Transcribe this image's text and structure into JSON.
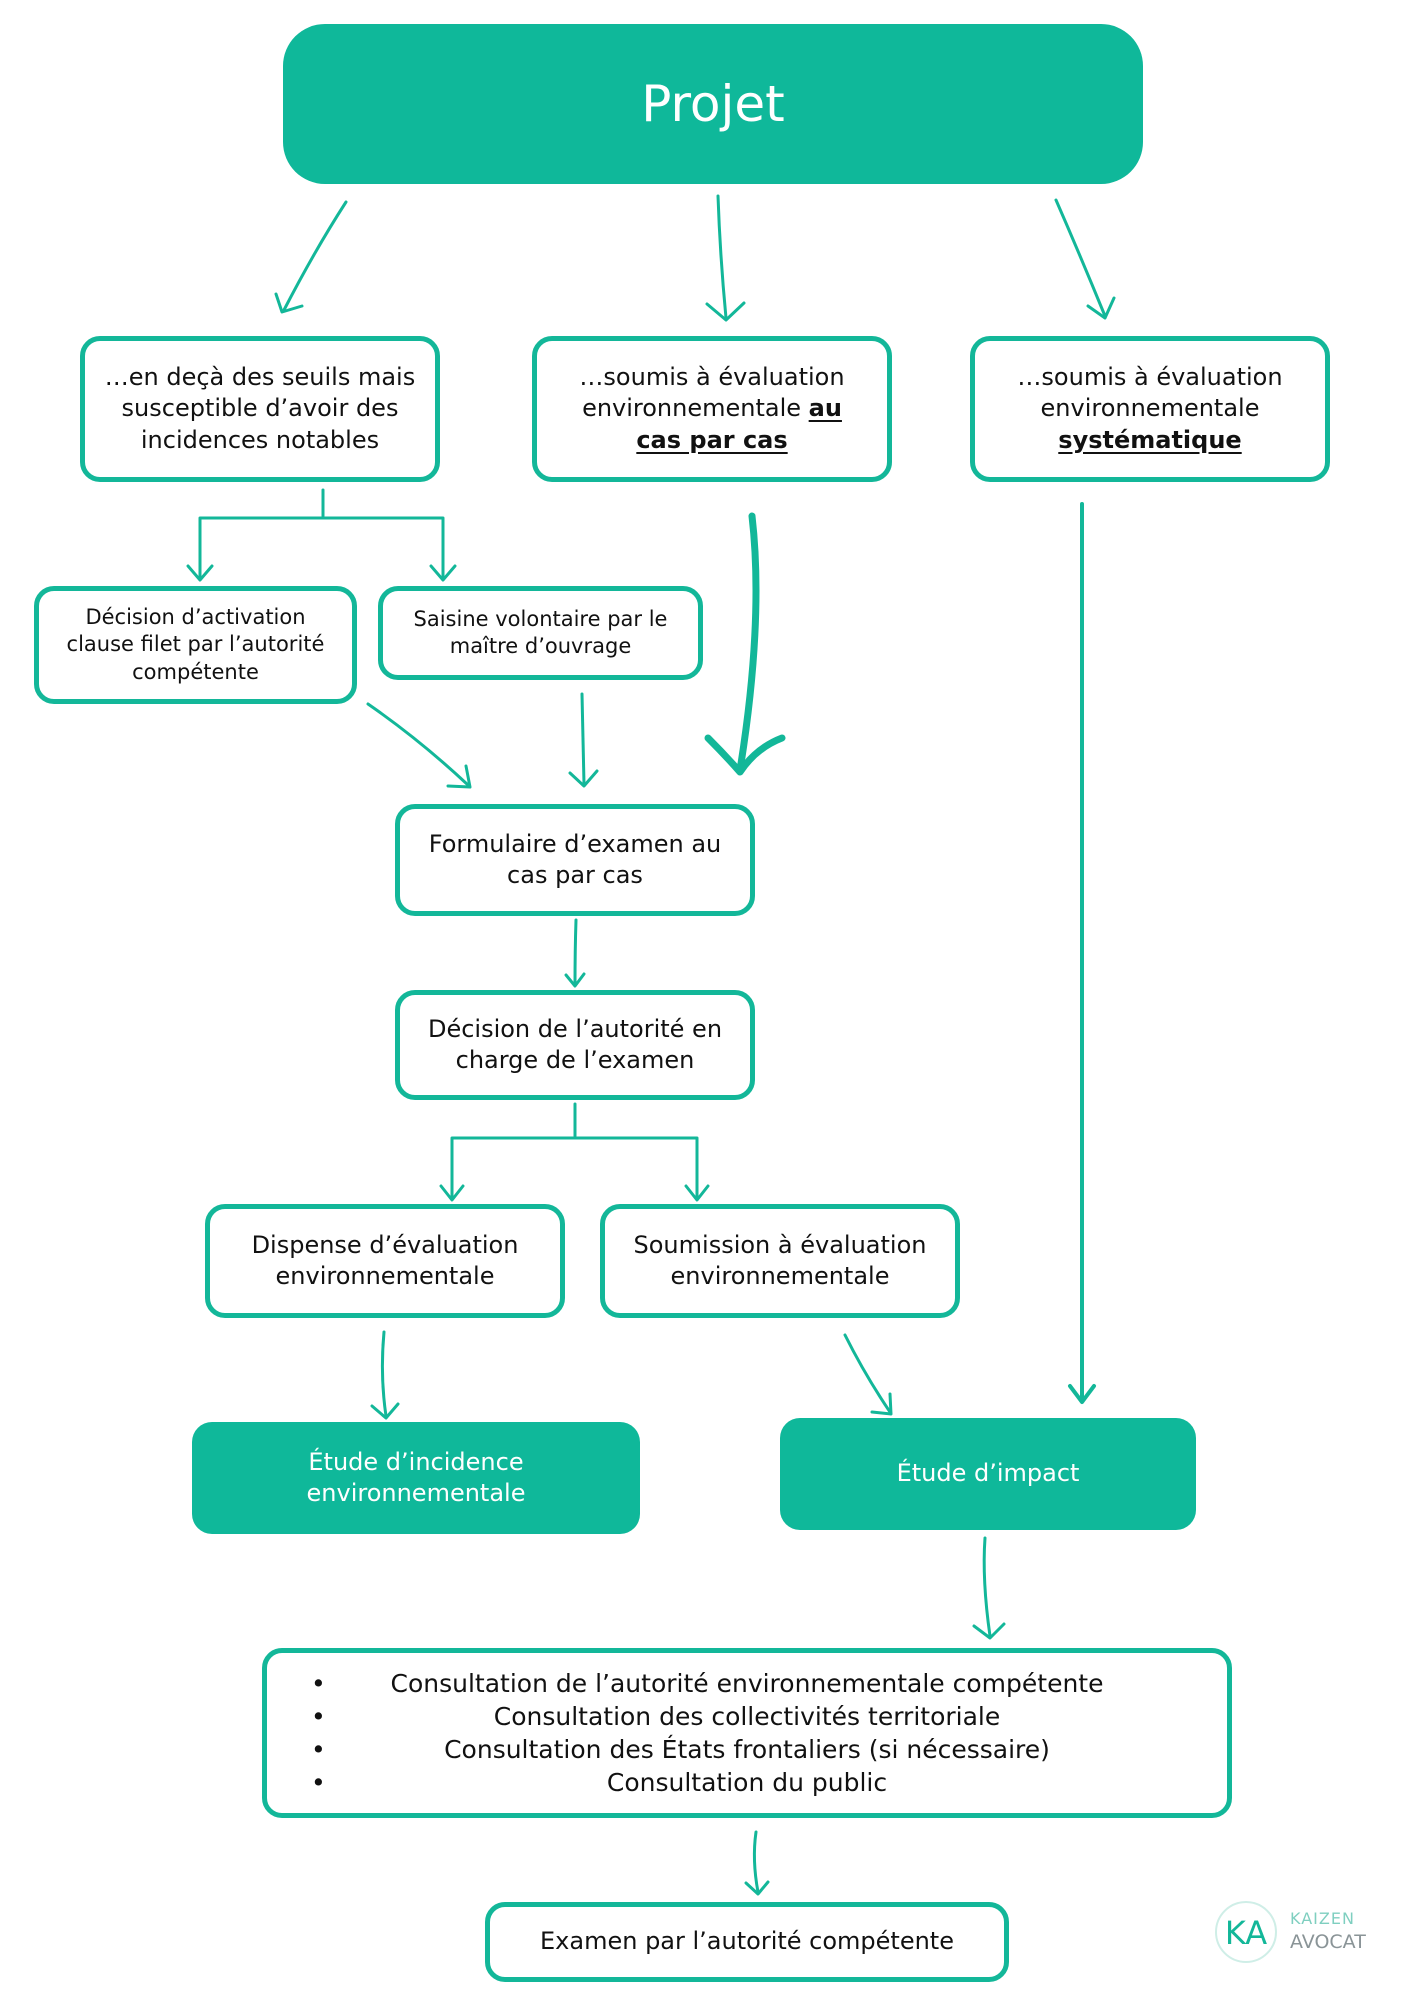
{
  "nodes": {
    "projet": "Projet",
    "seuils": "…en deçà des seuils mais susceptible d’avoir des incidences notables",
    "cas_par_cas_prefix": "…soumis à évaluation environnementale ",
    "cas_par_cas_underlined": "au cas par cas",
    "systematique_prefix": "…soumis à évaluation environnementale",
    "systematique_underlined": "systématique",
    "clause_filet": "Décision d’activation clause filet par l’autorité compétente",
    "saisine": "Saisine volontaire par le maître d’ouvrage",
    "formulaire": "Formulaire d’examen au cas par cas",
    "decision": "Décision de l’autorité en charge de l’examen",
    "dispense": "Dispense d’évaluation environnementale",
    "soumission": "Soumission à évaluation environnementale",
    "etude_incidence": "Étude d’incidence environnementale",
    "etude_impact": "Étude d’impact",
    "consultations": [
      "Consultation de l’autorité environnementale compétente",
      "Consultation des collectivités territoriale",
      "Consultation des États frontaliers (si nécessaire)",
      "Consultation du public"
    ],
    "examen": "Examen par l’autorité compétente"
  },
  "bullet_glyph": "•",
  "logo": {
    "mark": "KA",
    "line1": "KAIZEN",
    "line2": "AVOCAT"
  },
  "colors": {
    "teal": "#0fb89a",
    "outline": "#13b799",
    "text": "#111111",
    "logo_gray": "#9aa5a8"
  }
}
